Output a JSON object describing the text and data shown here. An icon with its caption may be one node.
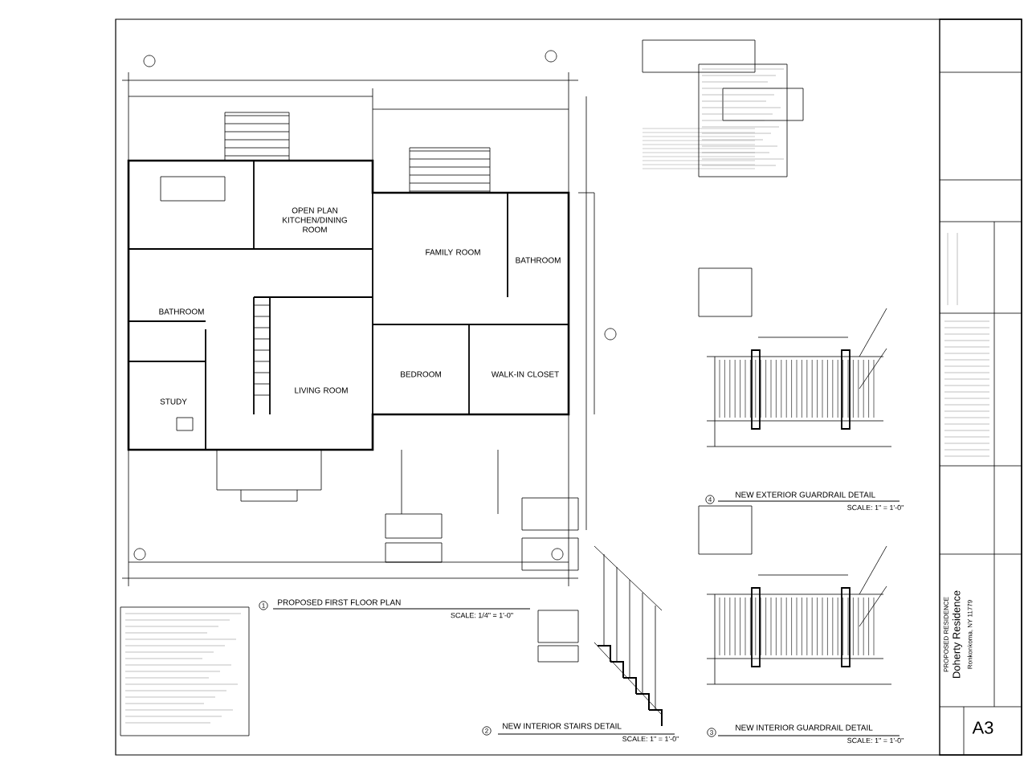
{
  "diagram": {
    "labels": [
      "1",
      "PROPOSED FIRST FLOOR PLAN",
      "SCALE: 1/4\" = 1'-0\"",
      "2",
      "NEW INTERIOR STAIRS DETAIL",
      "SCALE: 1\" = 1'-0\"",
      "4",
      "NEW EXTERIOR GUARDRAIL DETAIL",
      "SCALE: 1\" = 1'-0\"",
      "3",
      "NEW INTERIOR GUARDRAIL DETAIL",
      "SCALE: 1\" = 1'-0\"",
      "OPEN PLAN KITCHEN/DINING ROOM",
      "FAMILY ROOM",
      "BATHROOM",
      "BATHROOM",
      "STUDY",
      "LIVING ROOM",
      "BEDROOM",
      "WALK-IN CLOSET",
      "PROPOSED RESIDENCE",
      "Doherty Residence",
      "Ronkonkoma, NY 11779",
      "A3"
    ]
  }
}
